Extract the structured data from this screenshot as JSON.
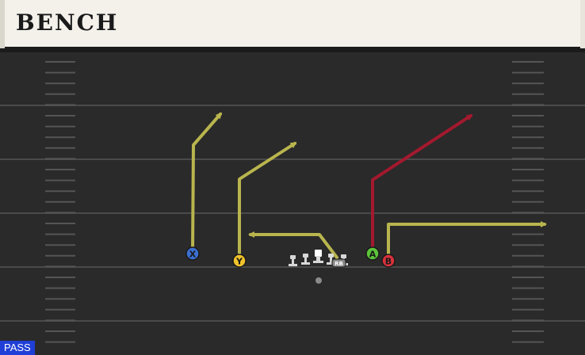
{
  "play": {
    "name": "BENCH",
    "type_label": "PASS"
  },
  "players": {
    "x": {
      "label": "X",
      "color": "#3b6fd1"
    },
    "y": {
      "label": "Y",
      "color": "#f0c22b"
    },
    "a": {
      "label": "A",
      "color": "#5cc43a"
    },
    "b": {
      "label": "B",
      "color": "#d8323b"
    },
    "rb": {
      "label": "RB",
      "color": "#8a8a8a"
    }
  },
  "colors": {
    "route_primary": "#b9b54e",
    "route_hot": "#a3192e",
    "field_bg": "#2a2a2a",
    "yard_line": "#4a4a4a",
    "hash_mark": "#555555",
    "lineman": "#d8d8d8",
    "badge_bg": "#1f3fd6"
  }
}
